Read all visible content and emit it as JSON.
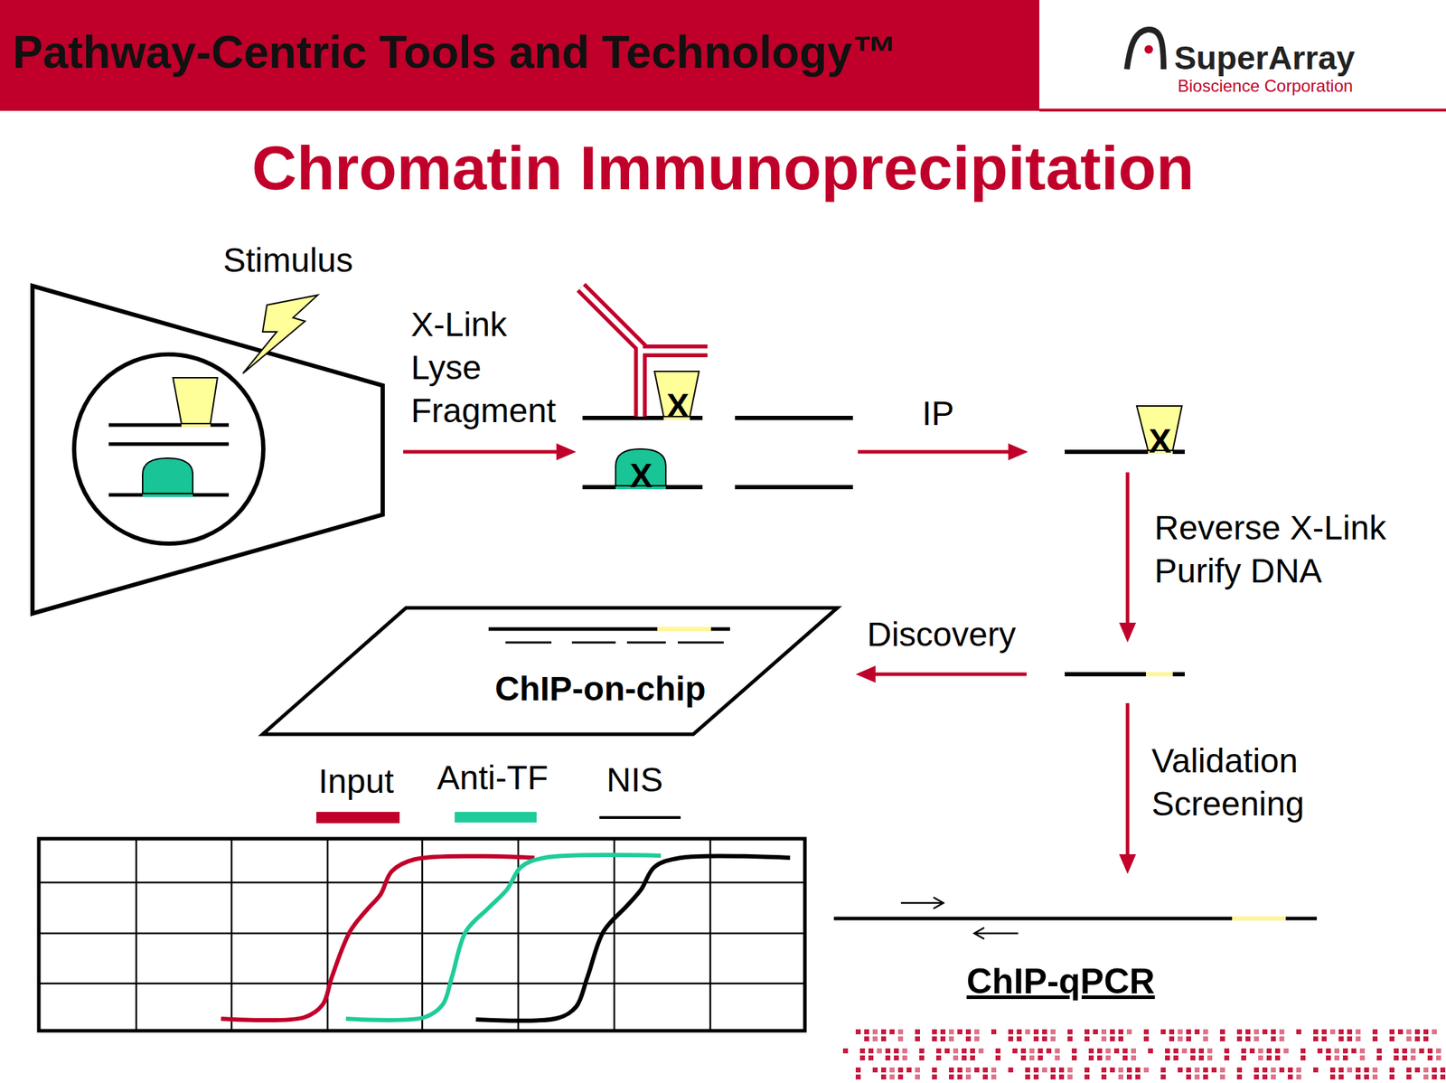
{
  "diagram": {
    "title": "Chromatin Immunoprecipitation",
    "nodes": [
      {
        "text": [
          "Pathway-Centric Tools and Technology™"
        ]
      },
      {
        "text": [
          "ChIP-on-chip"
        ]
      }
    ],
    "labels": [
      "SuperArray",
      "Bioscience Corporation",
      "Stimulus",
      "X-Link Lyse Fragment",
      "X",
      "X",
      "IP",
      "X",
      "Reverse X-Link Purify DNA",
      "Discovery",
      "Validation Screening",
      "ChIP-qPCR"
    ],
    "legend": [
      {
        "text": "Input",
        "color": "#c0002a"
      },
      {
        "text": "Anti-TF",
        "color": "#1fcc99"
      },
      {
        "text": "NIS",
        "color": "#000000"
      }
    ]
  }
}
